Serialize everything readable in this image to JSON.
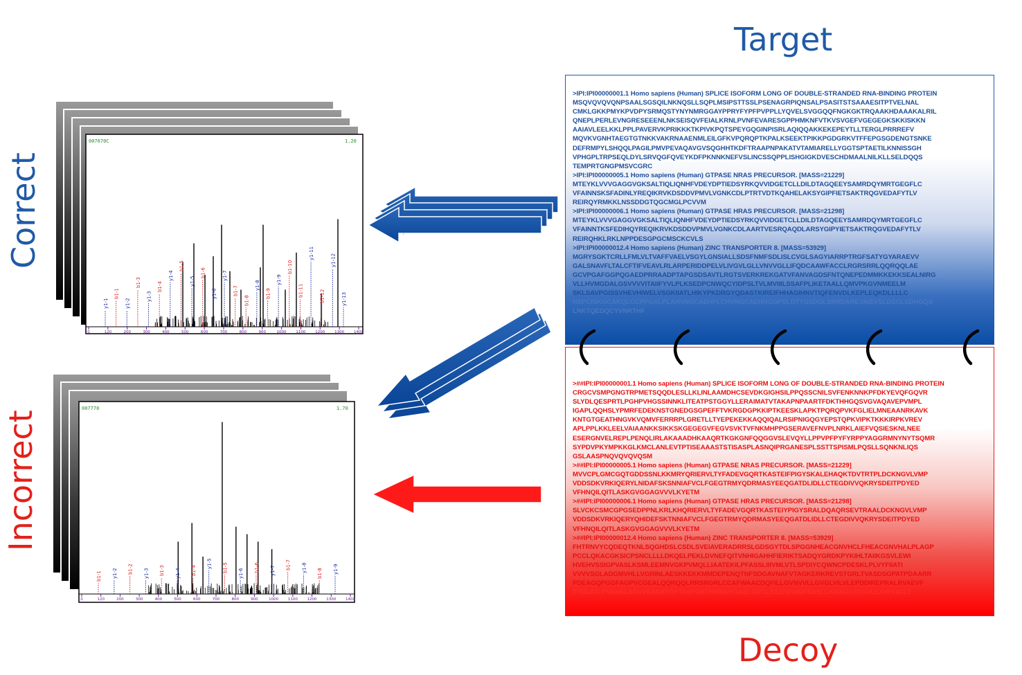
{
  "titles": {
    "target": "Target",
    "decoy": "Decoy",
    "correct": "Correct",
    "incorrect": "Incorrect"
  },
  "colors": {
    "target_blue": "#1f5aa6",
    "decoy_red": "#e3201b",
    "arrow_blue": "#0d4fa3",
    "arrow_red": "#ff1a1a"
  },
  "target_db": [
    ">IPI:IPI00000001.1 Homo sapiens (Human)  SPLICE ISOFORM LONG OF DOUBLE-STRANDED RNA-BINDING PROTEIN",
    "MSQVQVQVQNPSAALSGSQILNKNQSLLSQPLMSIPSTTSSLPSENAGRPIQNSALPSASITSTSAAAESITPTVELNAL",
    "CMKLGKKPMYKPVDPYSRMQSTYNYNMRGGAYPPRYFYPFPVPPLLYQVELSVGGQQFNGKGKTRQAAKHDAAAKALRIL",
    "QNEPLPERLEVNGRESEEENLNKSEISQVFEIALKRNLPVNFEVARESGPPHMKNFVTKVSVGEFVGEGEGKSKKISKKN",
    "AAIAVLEELKKLPPLPAVERVKPRIKKKTKPIVKPQTSPEYGQGINPISRLAQIQQAKKEKEPEYTLLTERGLPRRREFV",
    "MQVKVGNHTAEGTGTNKKVAKRNAAENMLEILGFKVPQRQPTKPALKSEEKTPIKKPGDGRKVTFFEPGSGDENGTSNKE",
    "DEFRMPYLSHQQLPAGILPMVPEVAQAVGVSQGHHTKDFTRAAPNPAKATVTAMIARELLYGGTSPTAETILKNNISSGH",
    "VPHGPLTRPSEQLDYLSRVQGFQVEYKDFPKNNKNEFVSLINCSSQPPLISHGIGKDVESCHDMAALNILKLLSELDQQS",
    "TEMPRTGNGPMSVCGRC",
    ">IPI:IPI00000005.1 Homo sapiens (Human)  GTPASE NRAS PRECURSOR. [MASS=21229]",
    "MTEYKLVVVGAGGVGKSALTIQLIQNHFVDEYDPTIEDSYRKQVVIDGETCLLDILDTAGQEEYSAMRDQYMRTGEGFLC",
    "VFAINNSKSFADINLYREQIKRVKDSDDVPMVLVGNKCDLPTRTVDTKQAHELAKSYGIPFIETSAKTRQGVEDAFYTLV",
    "REIRQYRMKKLNSSDDGTQGCMGLPCVVM",
    ">IPI:IPI00000006.1 Homo sapiens (Human)  GTPASE HRAS PRECURSOR. [MASS=21298]",
    "MTEYKLVVVGAGGVGKSALTIQLIQNHFVDEYDPTIEDSYRKQVVIDGETCLLDILDTAGQEEYSAMRDQYMRTGEGFLC",
    "VFAINNTKSFEDIHQYREQIKRVKDSDDVPMVLVGNKCDLAARTVESRQAQDLARSYGIPYIETSAKTRQGVEDAFYTLV",
    "REIRQHKLRKLNPPDESGPGCMSCKCVLS",
    ">IPI:IPI00000012.4 Homo sapiens (Human)  ZINC TRANSPORTER 8. [MASS=53929]",
    "MGRYSGKTCRLLFMLVLTVAFFVAELVSGYLGNSIALLSDSFNMFSDLISLCVGLSAGYIARRPTRGFSATYGYARAEVV",
    "GALSNAVFLTALCFTIFVEAVLRLARPERIDDPELVLIVGVLGLLVNVVGLLIFQDCAAWFACCLRGRSRRLQQRQQLAE",
    "GCVPGAFGGPQGAEDPRRAADPTAPGSDSAVTLRGTSVERKREKGATVFANVAGDSFNTQNEPEDMMKKEKKSEALNIRG",
    "VLLHVMGDALGSVVVVITAIIFYVLPLKSEDPCNWQCYIDPSLTVLMVIIILSSAFPLIKETAALLQMVPKGVNMEELM",
    "SKLSAVPGISSVHEVHIWELVSGKIIATLHIKYPKDRGYQDASTKIREIFHHAGIHNVTIQFENVDLKEPLEQKDLLLLC",
    "NSPCISKGCAKQLCCPPGALPLAHVNGCAEHFLCHVNGCAEHNGGPSLDTYGSDGLSRRDAREVAIEVSLDSCLSDHGQS",
    "LNKTQEDQCYVNRTHF"
  ],
  "decoy_db": [
    ">##IPI:IPI00000001.1 Homo sapiens (Human)  SPLICE ISOFORM LONG OF DOUBLE-STRANDED RNA-BINDING PROTEIN",
    "CRGCVSMPGNGTRPMETSQQDLESLLKLINLAAMDHCSEVDKGIGHSILPPQSSCNILSVFENKNNKPFDKYEVQFGQVR",
    "SLYDLQESPRTLPGHPVHGSSINNKLITEATPSTGGYLLERAIMATVTAKAPNPAARTFDKTHHGQSVGVAQAVEPVMPL",
    "IGAPLQQHSLYPMRFEDEKNSTGNEDGSGPEFFTVKRGDGPKKIPTKEESKLAPKTPQRQPVKFGLIELMNEAANRKAVK",
    "KNTGTGEATHNGVKVQMVFERRRPLGRETLLTYEPEKEKKAQQIQALRSIPNIGQGYEPSTQPKVIPKTKKKIRPKVREV",
    "APLPPLKKLEELVAIAANKKSIKKSKGEGEGVFEGVSVKTVFNKMHPPGSERAVEFNVPLNRKLAIEFVQSIESKNLNEE",
    "ESERGNVELREPLPENQLIRLAKAAADHKAAQRTKGKGNFQQGGVSLEVQYLLPPVPFPYFYRPPYAGGRMNYNYTSQMR",
    "SYPDVPKYMPKKGLKMCLANLEVTPTISEAAASTSTISASPLASNQIPRGANESPLSSTTSPISMLPQSLLSQNKNLIQS",
    "GSLAASPNQVQVQVQSM",
    ">##IPI:IPI00000005.1 Homo sapiens (Human)  GTPASE NRAS PRECURSOR. [MASS=21229]",
    "MVVCPLGMCGQTGDDSSNLKKMRYQRIERVLTYFADEVGQRTKASTEIFPIGYSKALEHAQKTDVTRTPLDCKNGVLVMP",
    "VDDSDKVRKIQERYLNIDAFSKSNNIAFVCLFGEGTRMYQDRMASYEEQGATDLIDLLCTEGDIVVQKRYSDEITPDYED",
    "VFHNQILQITLASKGVGGAGVVVLKYETM",
    ">##IPI:IPI00000006.1 Homo sapiens (Human)  GTPASE HRAS PRECURSOR. [MASS=21298]",
    "SLVCKCSMCGPGSEDPPNLKRLKHQRIERVLTYFADEVGQRTKASTEIYPIGYSRALDQAQRSEVTRAALDCKNGVLVMP",
    "VDDSDKVRKIQERYQHIDEFSKTNNIAFVCLFGEGTRMYQDRMASYEEQGATDLIDLLCTEGDIVVQKRYSDEITPDYED",
    "VFHNQILQITLASKGVGGAGVVVLKYETM",
    ">##IPI:IPI00000012.4 Homo sapiens (Human)  ZINC TRANSPORTER 8. [MASS=53929]",
    "FHTRNVYCQDEQTKNLSQGHDSLCSDLSVEIAVERADRRSLGDSGYTDLSPGGNHEACGNVHCLFHEACGNVHALPLAGP",
    "PCCLQKACGKSICPSNCLLLLDKQELPEKLDVNEFQITVNHIGAHHFIERIKTSADQYGRDKPYKIHLTAIIKGSVLEWI",
    "HVEHVSSIGPVASLKSMLEEMNVGKPVMQLLIAATEKILPFASSLIIIVMLVTLSPDIYCQWNCPDESKLPLVYFIIATI",
    "VVVVSGLADGMVHLLVGRINLAESKKEKKMMDEPENQTNFSDGAVNAFVTAGKERKREVSTGRLTVASDSGPATPDAARR",
    "PDEAGQPGGFAGPVCGEALQQRQQLRRSRGRLCCAFWAACDQFILLGVNVVLLGVGLVILVLEPDDIREPRALRVAEVF",
    "TTGLATLPVANSLAGVVEARAYGYTASFGRTPRRAIYGASLGVCLSILDSFMNFSDSLLAISNGLYGSVLEAVFFAVLT"
  ],
  "spectrum_correct": {
    "header_left": "007670C",
    "header_right": "1.20",
    "x_ticks": [
      "0",
      "120",
      "200",
      "300",
      "400",
      "500",
      "600",
      "700",
      "800",
      "900",
      "1000",
      "1100",
      "1200",
      "1300",
      "1400"
    ],
    "y_labels": [
      "y1-1",
      "b1-1",
      "y1-2",
      "b1-3",
      "y1-3",
      "b1-4",
      "y1-4",
      "b1-5",
      "y1-5",
      "b1-6",
      "y1-6",
      "y1-7",
      "b1-7",
      "b1-8",
      "y1-8",
      "b1-9",
      "y1-9",
      "b1-10",
      "b1-11",
      "y1-11",
      "b1-12",
      "y1-12",
      "y1-13"
    ]
  },
  "spectrum_incorrect": {
    "header_left": "007770",
    "header_right": "1.70",
    "x_ticks": [
      "0",
      "120",
      "200",
      "300",
      "400",
      "500",
      "600",
      "700",
      "800",
      "900",
      "1000",
      "1100",
      "1200",
      "1300",
      "1400"
    ],
    "y_labels": [
      "b1-1",
      "y1-2",
      "b1-2",
      "y1-3",
      "b1-3",
      "y1-4",
      "b1-4",
      "y1-5",
      "b1-5",
      "y1-6",
      "b1-6",
      "y1-7",
      "b1-7",
      "y1-8",
      "b1-8",
      "y1-9"
    ]
  }
}
